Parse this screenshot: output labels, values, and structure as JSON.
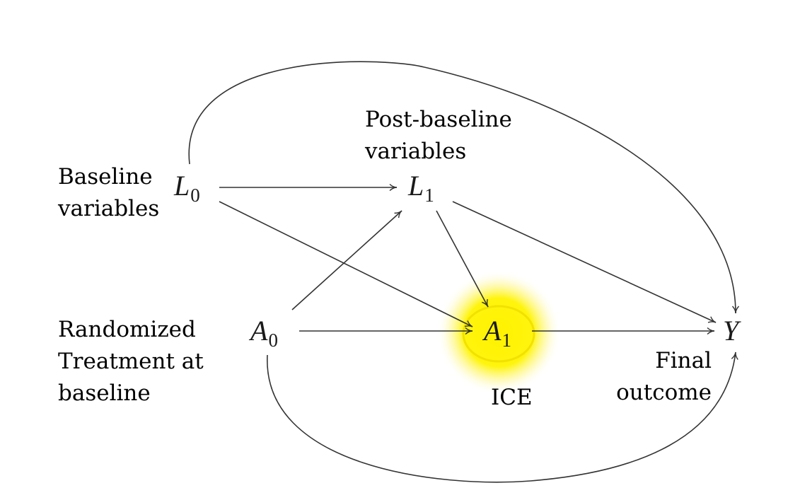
{
  "nodes": {
    "L0": {
      "symbol": "L",
      "subscript": "0"
    },
    "L1": {
      "symbol": "L",
      "subscript": "1"
    },
    "A0": {
      "symbol": "A",
      "subscript": "0"
    },
    "A1": {
      "symbol": "A",
      "subscript": "1"
    },
    "Y": {
      "symbol": "Y",
      "subscript": ""
    }
  },
  "labels": {
    "baseline": [
      "Baseline",
      "variables"
    ],
    "post_baseline": [
      "Post-baseline",
      "variables"
    ],
    "randomized": [
      "Randomized",
      "Treatment at",
      "baseline"
    ],
    "ice": "ICE",
    "final_outcome": [
      "Final",
      "outcome"
    ]
  },
  "edges": [
    {
      "from": "L0",
      "to": "L1"
    },
    {
      "from": "L0",
      "to": "A1"
    },
    {
      "from": "L0",
      "to": "Y"
    },
    {
      "from": "L1",
      "to": "A1"
    },
    {
      "from": "L1",
      "to": "Y"
    },
    {
      "from": "A0",
      "to": "L1"
    },
    {
      "from": "A0",
      "to": "A1"
    },
    {
      "from": "A0",
      "to": "Y"
    },
    {
      "from": "A1",
      "to": "Y"
    }
  ],
  "colors": {
    "edge": "#333333",
    "highlight": "#fff200",
    "highlight_ring": "#f2e200"
  }
}
